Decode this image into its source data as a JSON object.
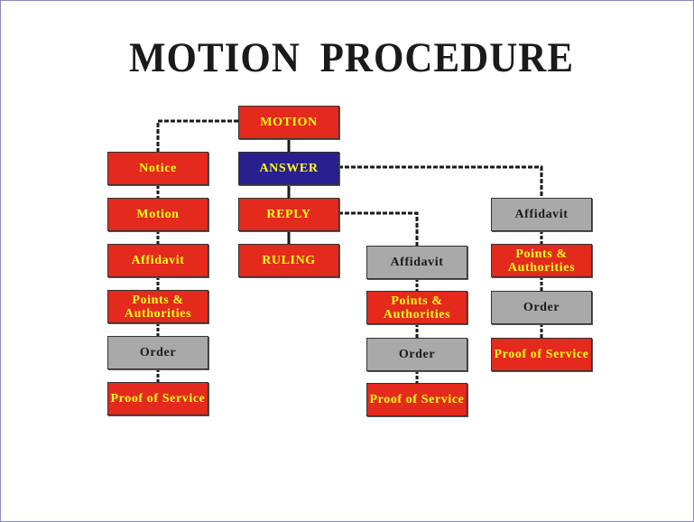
{
  "title": "MOTION PROCEDURE",
  "colors": {
    "red_box": "#e32a1c",
    "blue_box": "#2a1f8f",
    "gray_box": "#a9a9a9",
    "yellow_text": "#ffff1a",
    "dark_text": "#1a1a1a",
    "connector": "#1a1a1a"
  },
  "center_column": [
    {
      "label": "MOTION",
      "style": "red"
    },
    {
      "label": "ANSWER",
      "style": "blue"
    },
    {
      "label": "REPLY",
      "style": "red"
    },
    {
      "label": "RULING",
      "style": "red"
    }
  ],
  "motion_branch": [
    {
      "label": "Notice",
      "style": "red"
    },
    {
      "label": "Motion",
      "style": "red"
    },
    {
      "label": "Affidavit",
      "style": "red"
    },
    {
      "label": "Points & Authorities",
      "style": "red"
    },
    {
      "label": "Order",
      "style": "gray"
    },
    {
      "label": "Proof of Service",
      "style": "red"
    }
  ],
  "reply_branch": [
    {
      "label": "Affidavit",
      "style": "gray"
    },
    {
      "label": "Points & Authorities",
      "style": "red"
    },
    {
      "label": "Order",
      "style": "gray"
    },
    {
      "label": "Proof of Service",
      "style": "red"
    }
  ],
  "answer_branch": [
    {
      "label": "Affidavit",
      "style": "gray"
    },
    {
      "label": "Points & Authorities",
      "style": "red"
    },
    {
      "label": "Order",
      "style": "gray"
    },
    {
      "label": "Proof of Service",
      "style": "red"
    }
  ]
}
